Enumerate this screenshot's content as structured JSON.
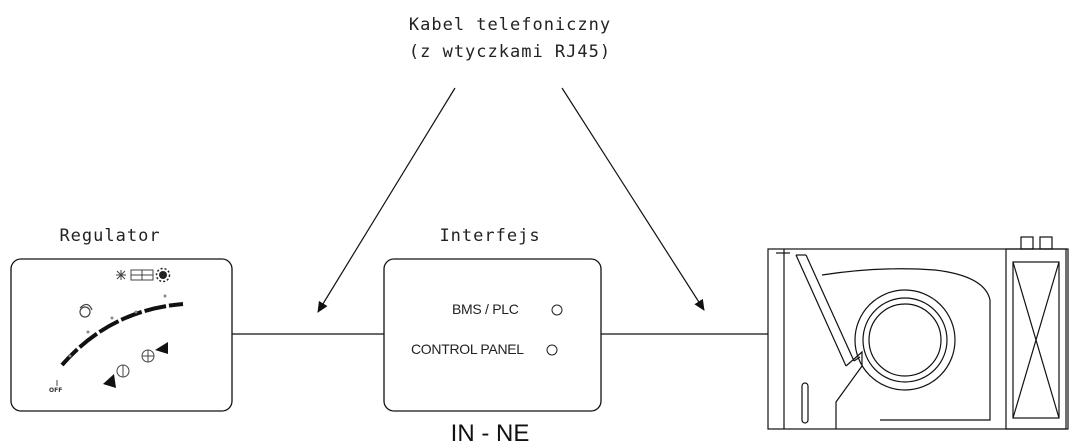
{
  "cable": {
    "line1": "Kabel telefoniczny",
    "line2": "(z wtyczkami RJ45)"
  },
  "regulator": {
    "label": "Regulator",
    "mode_icons": [
      "snowflake-icon",
      "heater-grid-icon",
      "sun-icon"
    ],
    "off_label": "OFF"
  },
  "interface": {
    "label": "Interfejs",
    "option_bms": "BMS / PLC",
    "option_panel": "CONTROL PANEL"
  },
  "unit_name": "IN - NE"
}
